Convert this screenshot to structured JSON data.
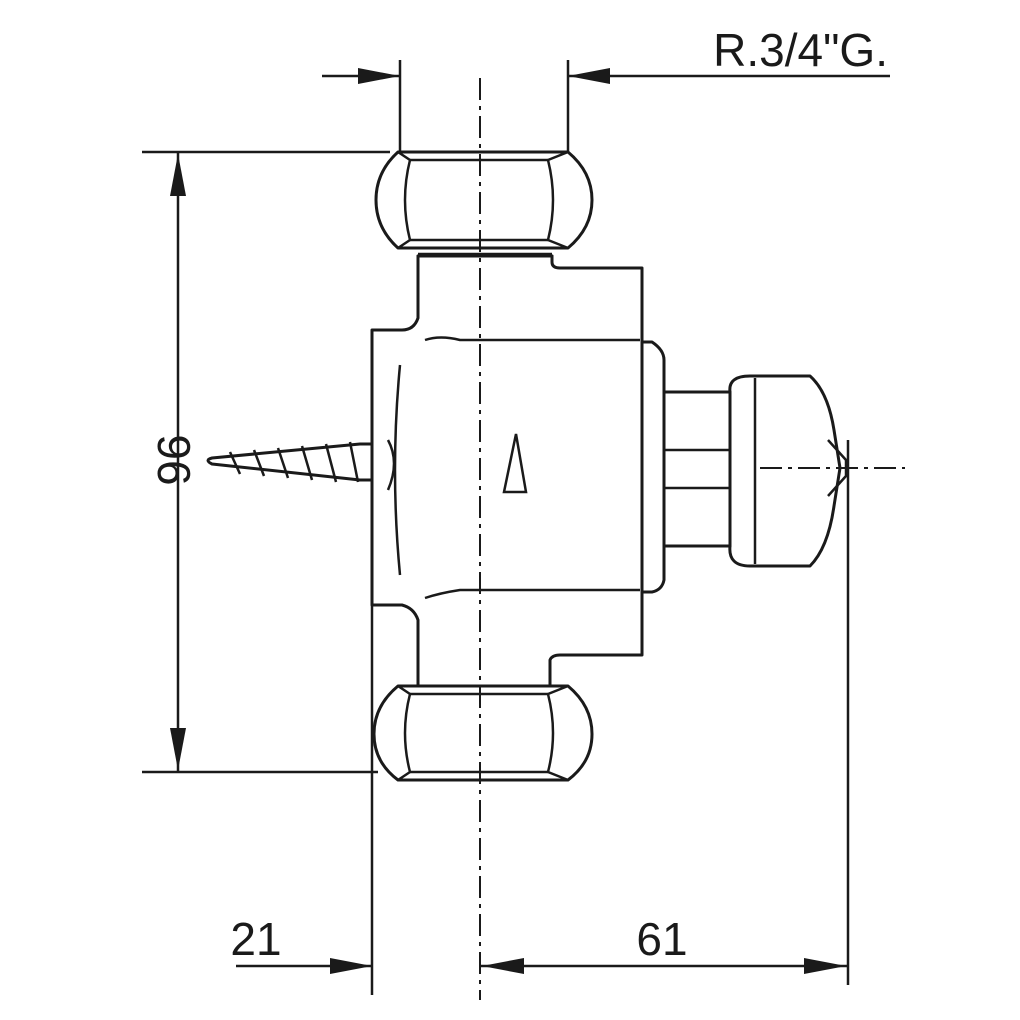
{
  "dimensions": {
    "thread": "R.3/4\"G.",
    "height": "96",
    "left_offset": "21",
    "right_offset": "61"
  },
  "colors": {
    "line": "#1a1a1a",
    "background": "#ffffff"
  }
}
